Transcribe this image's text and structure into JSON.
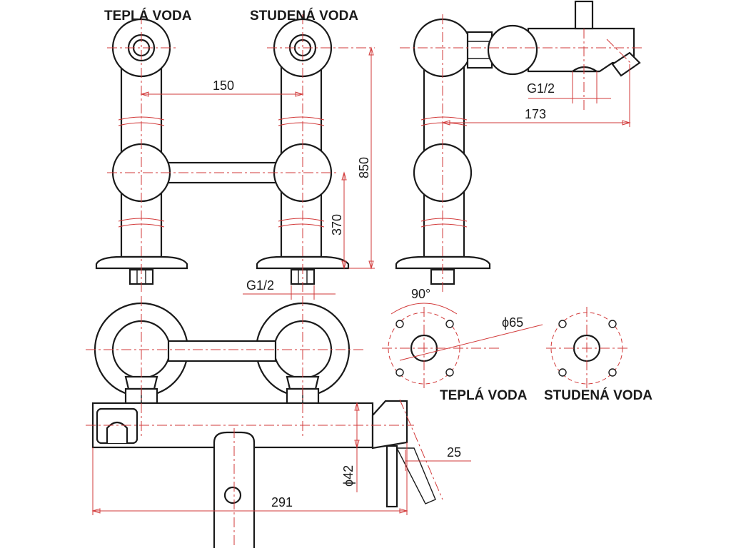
{
  "labels": {
    "hot_water": "TEPLÁ VODA",
    "cold_water": "STUDENÁ VODA"
  },
  "dimensions": {
    "pipe_spacing": "150",
    "total_height": "850",
    "lower_height": "370",
    "thread_bottom": "G1/2",
    "thread_side": "G1/2",
    "side_reach": "173",
    "angle": "90°",
    "flange_diameter": "ϕ65",
    "body_diameter": "ϕ42",
    "lever_offset": "25",
    "total_width": "291"
  },
  "colors": {
    "outline": "#1a1a1a",
    "centerline": "#d23a3a"
  }
}
